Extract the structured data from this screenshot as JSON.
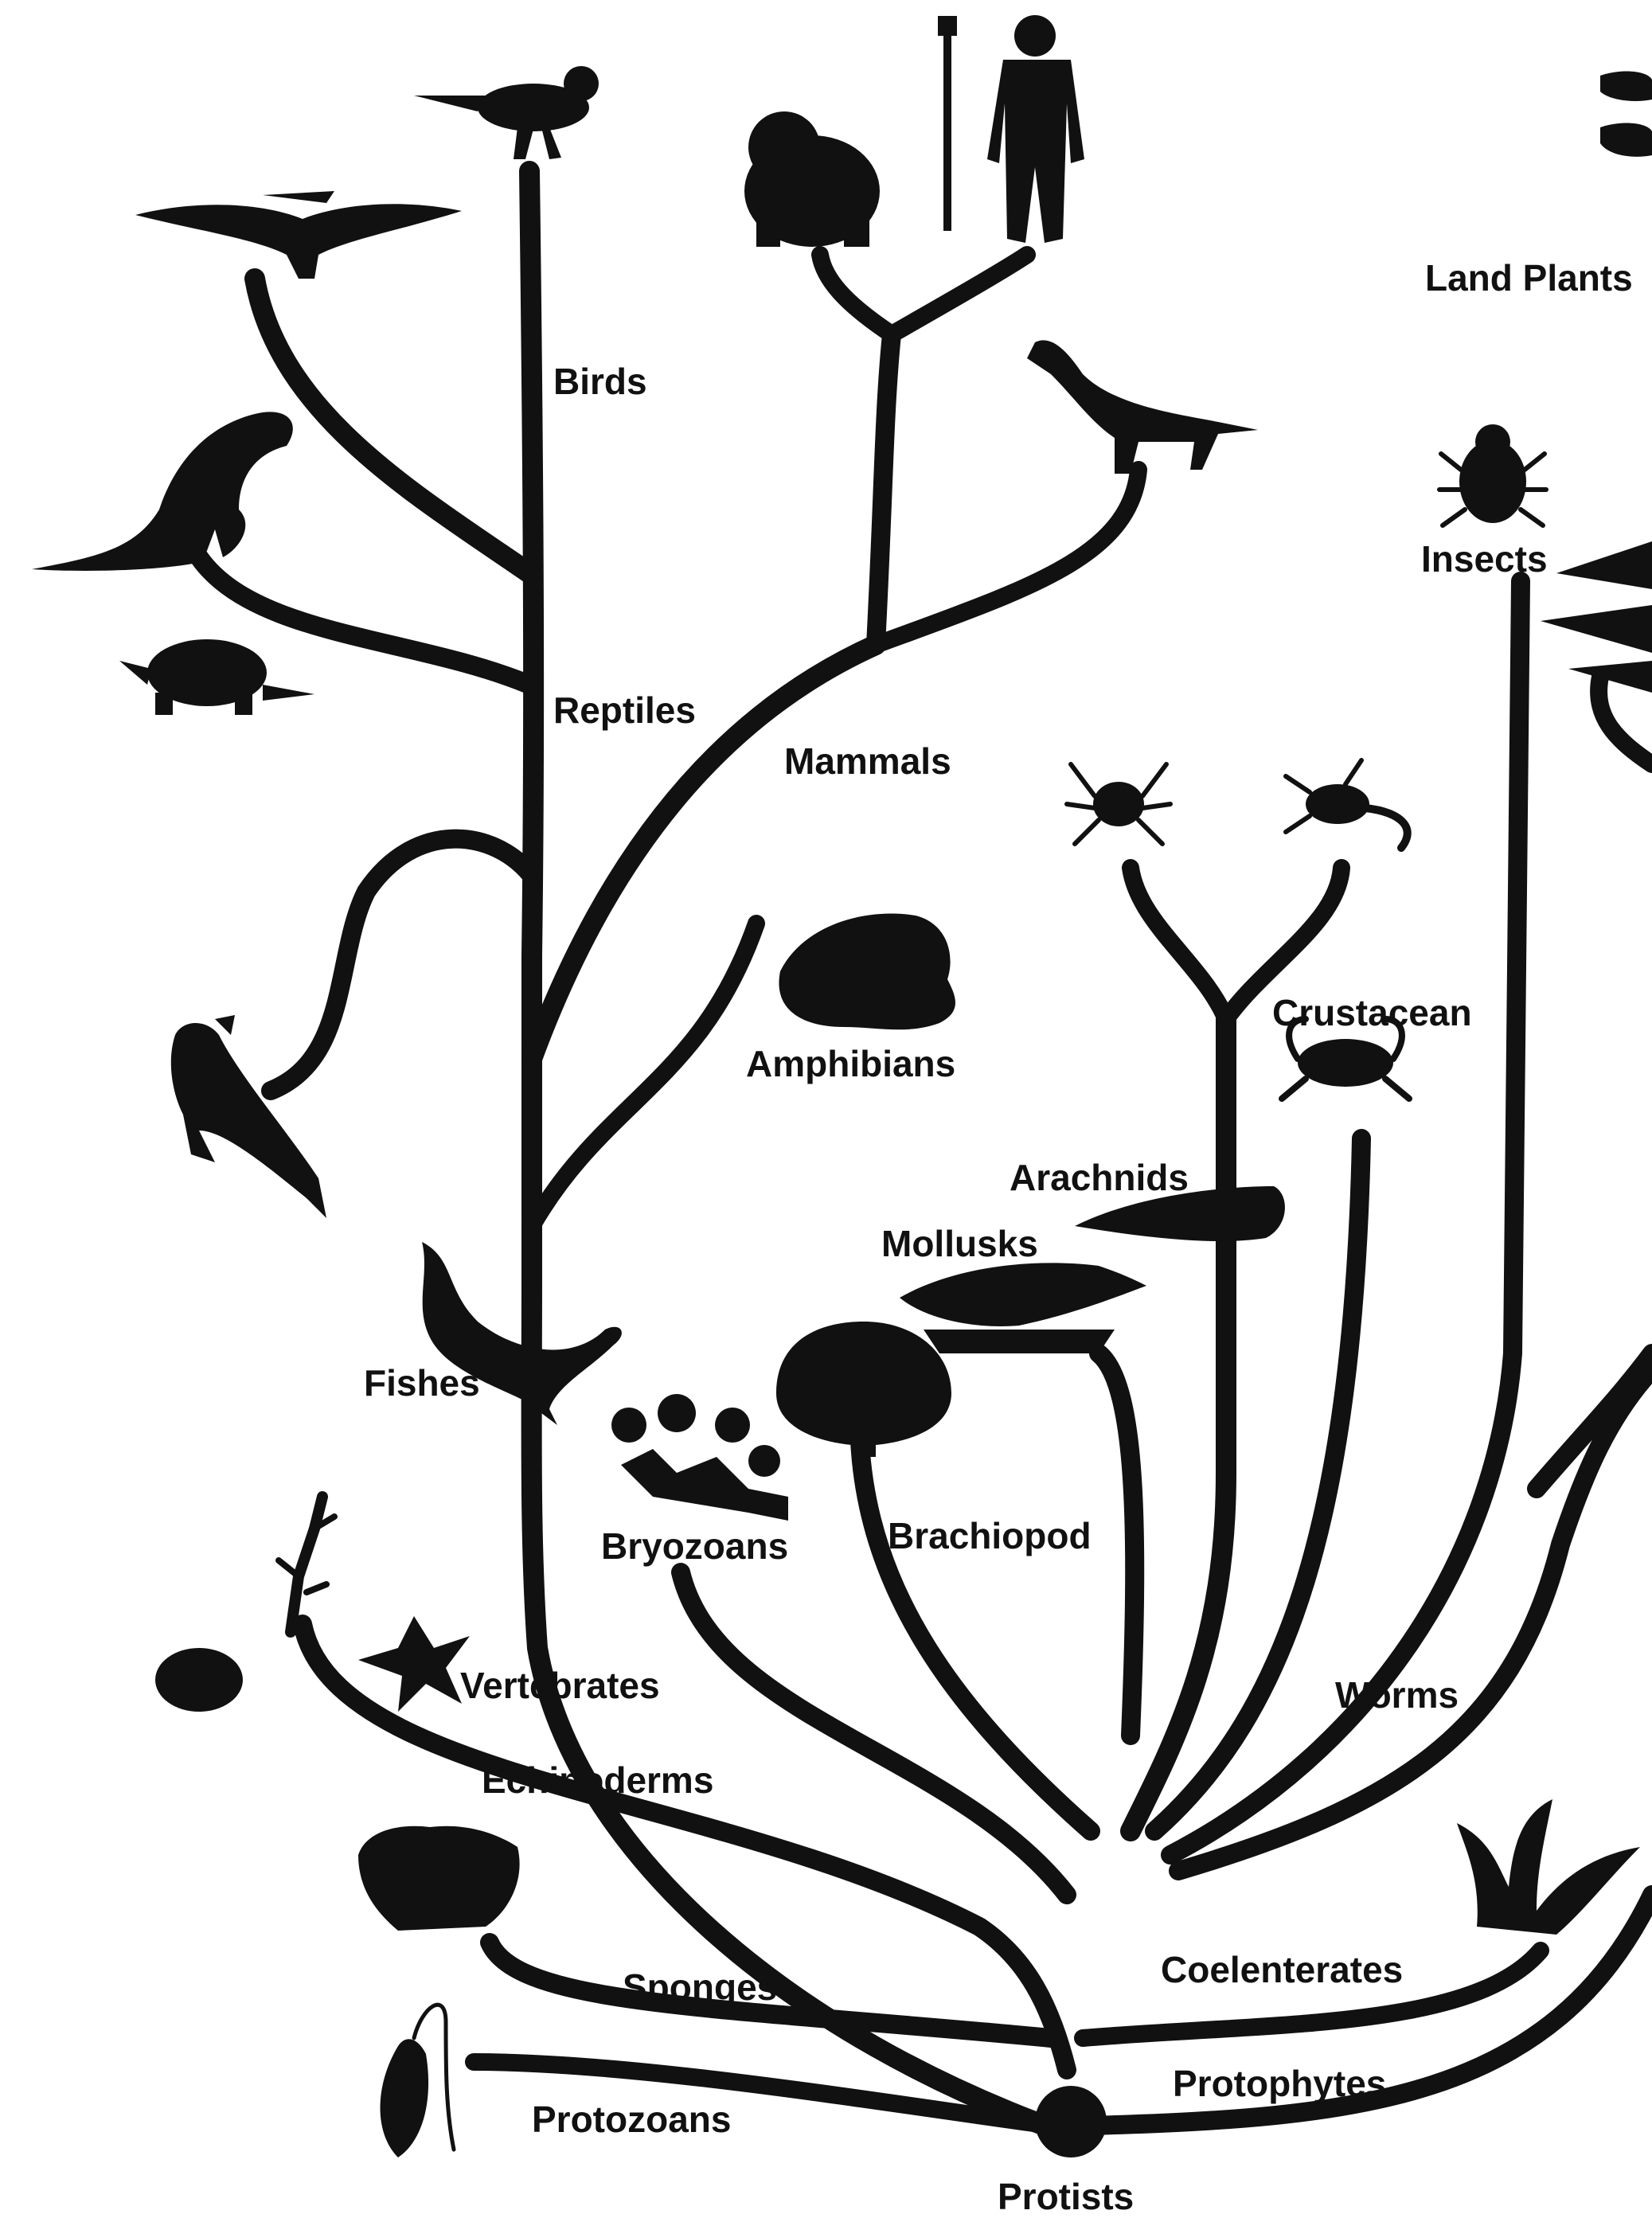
{
  "labels": {
    "land_plants": "Land Plants",
    "birds": "Birds",
    "insects": "Insects",
    "reptiles": "Reptiles",
    "mammals": "Mammals",
    "crustacean": "Crustacean",
    "amphibians": "Amphibians",
    "arachnids": "Arachnids",
    "mollusks": "Mollusks",
    "fishes": "Fishes",
    "bryozoans": "Bryozoans",
    "brachiopod": "Brachiopod",
    "vertebrates": "Vertebrates",
    "worms": "Worms",
    "echinoderms": "Echinoderms",
    "coelenterates": "Coelenterates",
    "sponges": "Sponges",
    "protophytes": "Protophytes",
    "protozoans": "Protozoans",
    "protists": "Protists"
  },
  "colors": {
    "ink": "#111111",
    "paper": "#ffffff"
  },
  "icons": [
    "bird-icon",
    "pterosaur-icon",
    "gorilla-icon",
    "human-icon",
    "dinosaur-icon",
    "turtle-icon",
    "zebra-icon",
    "beetle-icon",
    "fern-icon",
    "spider-icon",
    "scorpion-icon",
    "frog-icon",
    "crab-icon",
    "ichthyosaur-icon",
    "squid-icon",
    "snail-shell-icon",
    "whale-icon",
    "scallop-icon",
    "bryozoan-icon",
    "starfish-icon",
    "crinoid-icon",
    "algae-blob-icon",
    "sponge-icon",
    "seaweed-icon",
    "protozoan-icon",
    "land-plant-icon",
    "root-node-icon"
  ]
}
